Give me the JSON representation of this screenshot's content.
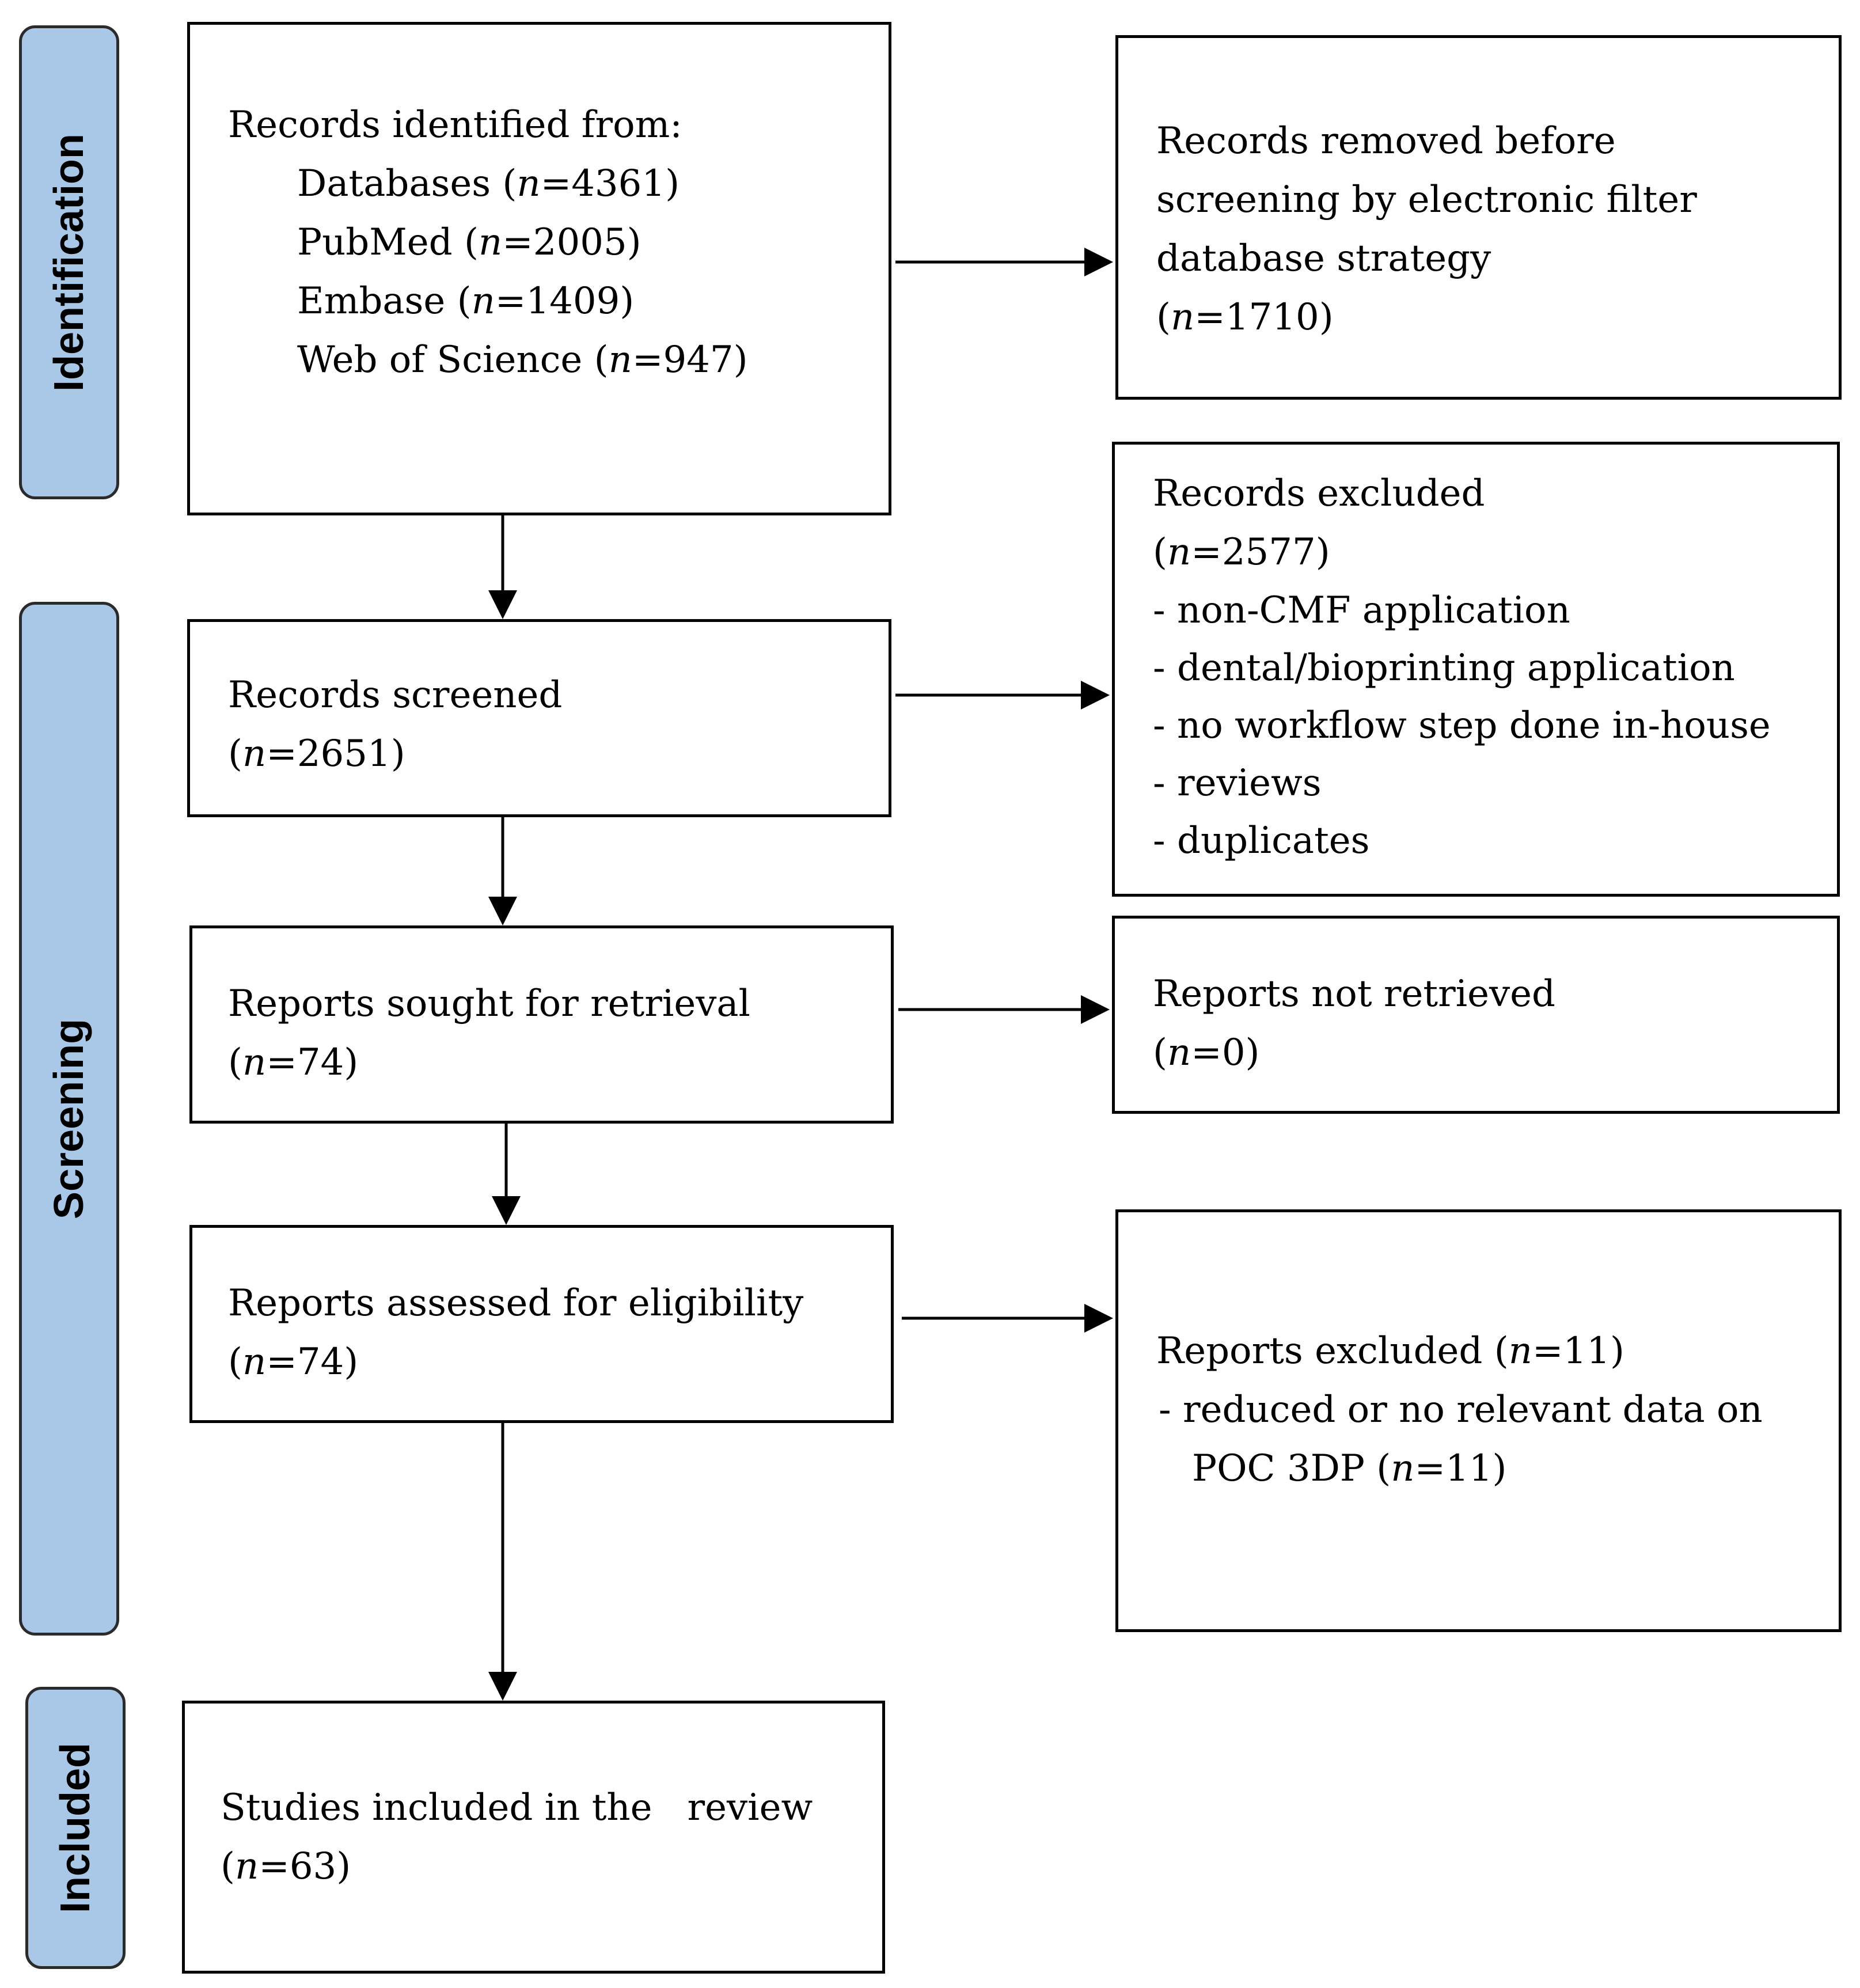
{
  "colors": {
    "phase_fill": "#a9c8e8",
    "phase_border": "#2b2b2b",
    "box_border": "#000000",
    "text": "#000000"
  },
  "phases": {
    "identification": "Identification",
    "screening": "Screening",
    "included": "Included"
  },
  "identified": {
    "heading": "Records identified from:",
    "items": [
      {
        "label": "Databases (",
        "n": "n",
        "value": "=4361)"
      },
      {
        "label": "PubMed (",
        "n": "n",
        "value": "=2005)"
      },
      {
        "label": "Embase (",
        "n": "n",
        "value": "=1409)"
      },
      {
        "label": "Web of Science (",
        "n": "n",
        "value": "=947)"
      }
    ]
  },
  "removed": {
    "lines": [
      "Records removed before",
      "screening by electronic  filter",
      "database strategy"
    ],
    "count_open": "(",
    "n": "n",
    "count_value": "=1710)"
  },
  "screened": {
    "heading": "Records screened",
    "count_open": "(",
    "n": "n",
    "count_value": "=2651)"
  },
  "excluded": {
    "heading": "Records excluded",
    "count_open": "(",
    "n": "n",
    "count_value": "=2577)",
    "reasons": [
      "- non-CMF application",
      "- dental/bioprinting application",
      "- no workflow step done  in-house",
      "- reviews",
      "- duplicates"
    ]
  },
  "sought": {
    "heading": "Reports sought for retrieval",
    "count_open": "(",
    "n": "n",
    "count_value": "=74)"
  },
  "not_retrieved": {
    "heading": "Reports  not retrieved",
    "count_open": "(",
    "n": "n",
    "count_value": "=0)"
  },
  "assessed": {
    "heading": "Reports assessed for eligibility",
    "count_open": "(",
    "n": "n",
    "count_value": "=74)"
  },
  "reports_excluded": {
    "heading_pre": "Reports excluded (",
    "n": "n",
    "heading_post": "=11)",
    "reason_line1": "-  reduced or no relevant data on",
    "reason_line2_pre": "POC 3DP (",
    "reason_line2_n": "n",
    "reason_line2_post": "=11)"
  },
  "included_studies": {
    "heading": "Studies included in the   review",
    "count_open": "(",
    "n": "n",
    "count_value": "=63)"
  }
}
